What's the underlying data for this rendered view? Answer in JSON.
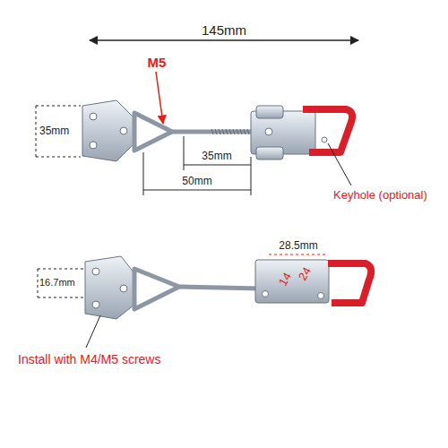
{
  "diagram": {
    "labels": [
      "145mm",
      "M5",
      "35mm",
      "35mm",
      "50mm",
      "Keyhole (optional)",
      "16.7mm",
      "28.5mm",
      "14",
      "24",
      "Install with M4/M5 screws"
    ]
  }
}
